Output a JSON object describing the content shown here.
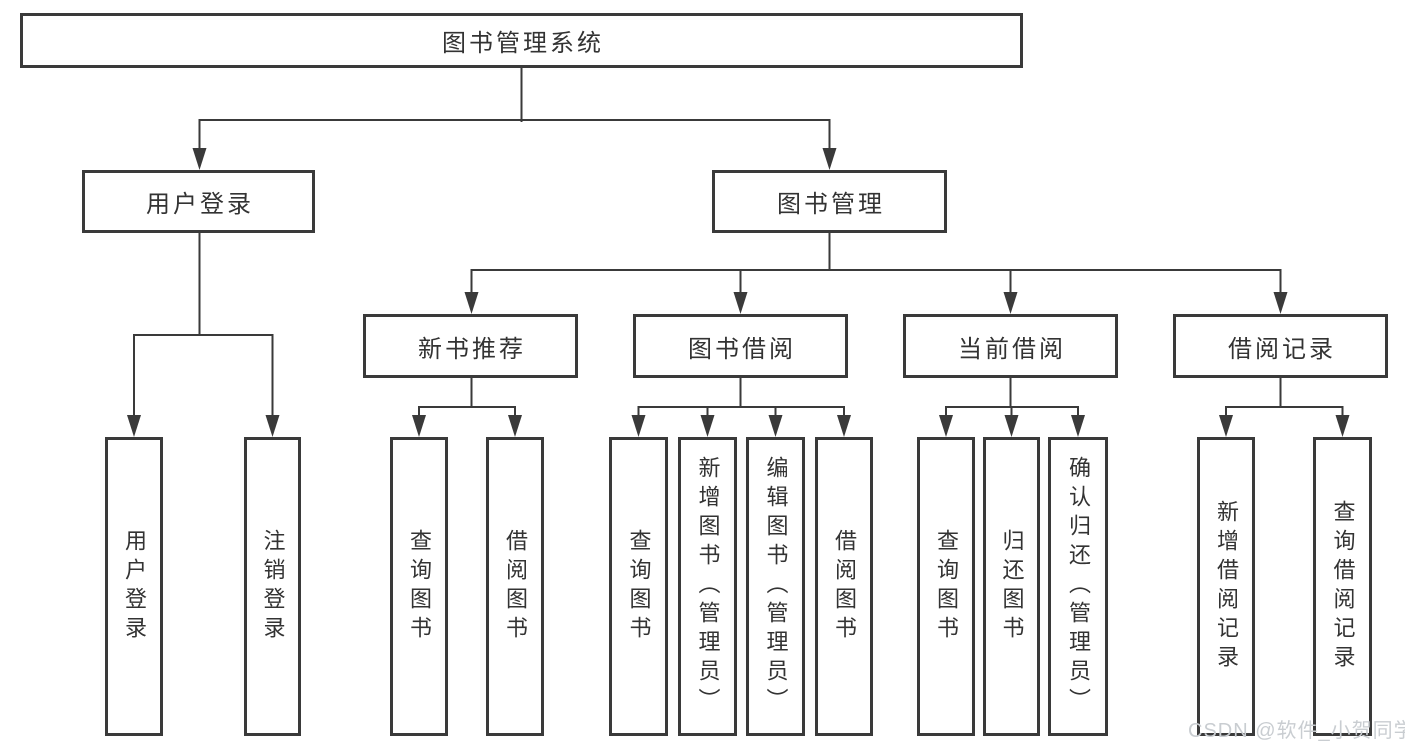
{
  "diagram": {
    "title": "图书管理系统",
    "branches": [
      {
        "label": "用户登录",
        "children": [
          {
            "label": "用户登录"
          },
          {
            "label": "注销登录"
          }
        ]
      },
      {
        "label": "图书管理",
        "children": [
          {
            "label": "新书推荐",
            "children": [
              {
                "label": "查询图书"
              },
              {
                "label": "借阅图书"
              }
            ]
          },
          {
            "label": "图书借阅",
            "children": [
              {
                "label": "查询图书"
              },
              {
                "label": "新增图书（管理员）"
              },
              {
                "label": "编辑图书（管理员）"
              },
              {
                "label": "借阅图书"
              }
            ]
          },
          {
            "label": "当前借阅",
            "children": [
              {
                "label": "查询图书"
              },
              {
                "label": "归还图书"
              },
              {
                "label": "确认归还（管理员）"
              }
            ]
          },
          {
            "label": "借阅记录",
            "children": [
              {
                "label": "新增借阅记录"
              },
              {
                "label": "查询借阅记录"
              }
            ]
          }
        ]
      }
    ]
  },
  "watermark": {
    "text": "CSDN @软件_小贺同学"
  },
  "colors": {
    "line": "#3a3a3a",
    "text": "#333333",
    "watermark": "#c9cdd1",
    "background": "#ffffff"
  }
}
